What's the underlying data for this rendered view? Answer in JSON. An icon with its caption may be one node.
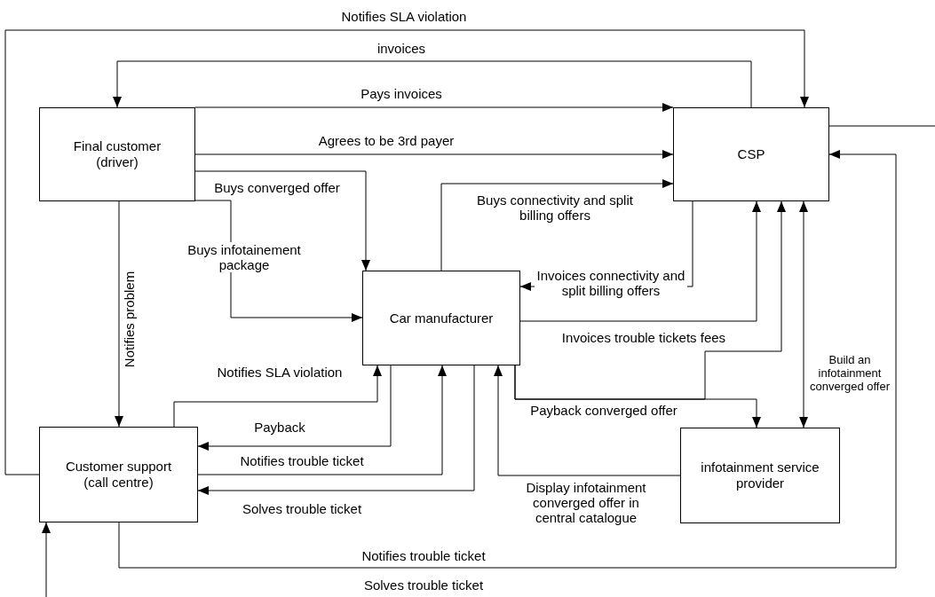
{
  "diagram": {
    "nodes": [
      {
        "text": [
          "Final customer (driver)"
        ]
      },
      {
        "text": [
          "CSP"
        ]
      },
      {
        "text": [
          "Car manufacturer"
        ]
      },
      {
        "text": [
          "Customer support (call centre)"
        ]
      },
      {
        "text": [
          "infotainment service provider"
        ]
      }
    ],
    "edges": [
      {
        "from": 3,
        "to": 1,
        "arrow": "to",
        "label": "Notifies SLA violation"
      },
      {
        "from": 1,
        "to": 0,
        "arrow": "to",
        "label": "invoices"
      },
      {
        "from": 0,
        "to": 1,
        "arrow": "to",
        "label": "Pays invoices"
      },
      {
        "from": 0,
        "to": 1,
        "arrow": "to",
        "label": "Agrees to be 3rd payer"
      },
      {
        "from": 0,
        "to": 2,
        "arrow": "to",
        "label": "Buys converged offer"
      },
      {
        "from": 0,
        "to": 2,
        "arrow": "to",
        "label": "Buys infotainement package"
      },
      {
        "from": 0,
        "to": 3,
        "arrow": "to",
        "label": "Notifies problem"
      },
      {
        "from": 2,
        "to": 1,
        "arrow": "to",
        "label": "Buys connectivity and split billing offers"
      },
      {
        "from": 1,
        "to": 2,
        "arrow": "to",
        "label": "Invoices connectivity and split billing offers"
      },
      {
        "from": 2,
        "to": 1,
        "arrow": "to",
        "label": "Invoices trouble tickets fees"
      },
      {
        "from": 4,
        "to": 1,
        "arrow": "both",
        "label": "Build an infotainment converged offer"
      },
      {
        "from": 2,
        "to": 4,
        "arrow": "to",
        "label": "Payback converged offer"
      },
      {
        "from": 2,
        "to": 1,
        "arrow": "to"
      },
      {
        "from": 4,
        "to": 2,
        "arrow": "to",
        "label": "Display infotainment converged offer in central catalogue"
      },
      {
        "from": 3,
        "to": 2,
        "arrow": "to",
        "label": "Notifies SLA violation"
      },
      {
        "from": 2,
        "to": 3,
        "arrow": "to",
        "label": "Payback"
      },
      {
        "from": 3,
        "to": 2,
        "arrow": "to",
        "label": "Notifies trouble ticket"
      },
      {
        "from": 2,
        "to": 3,
        "arrow": "to",
        "label": "Solves trouble ticket"
      },
      {
        "from": 3,
        "to": 1,
        "arrow": "to",
        "label": "Notifies trouble ticket"
      },
      {
        "from": null,
        "to": 3,
        "arrow": "to"
      },
      {
        "from": 1,
        "to": null,
        "arrow": "none"
      }
    ],
    "labels": [
      "Solves trouble ticket"
    ]
  }
}
